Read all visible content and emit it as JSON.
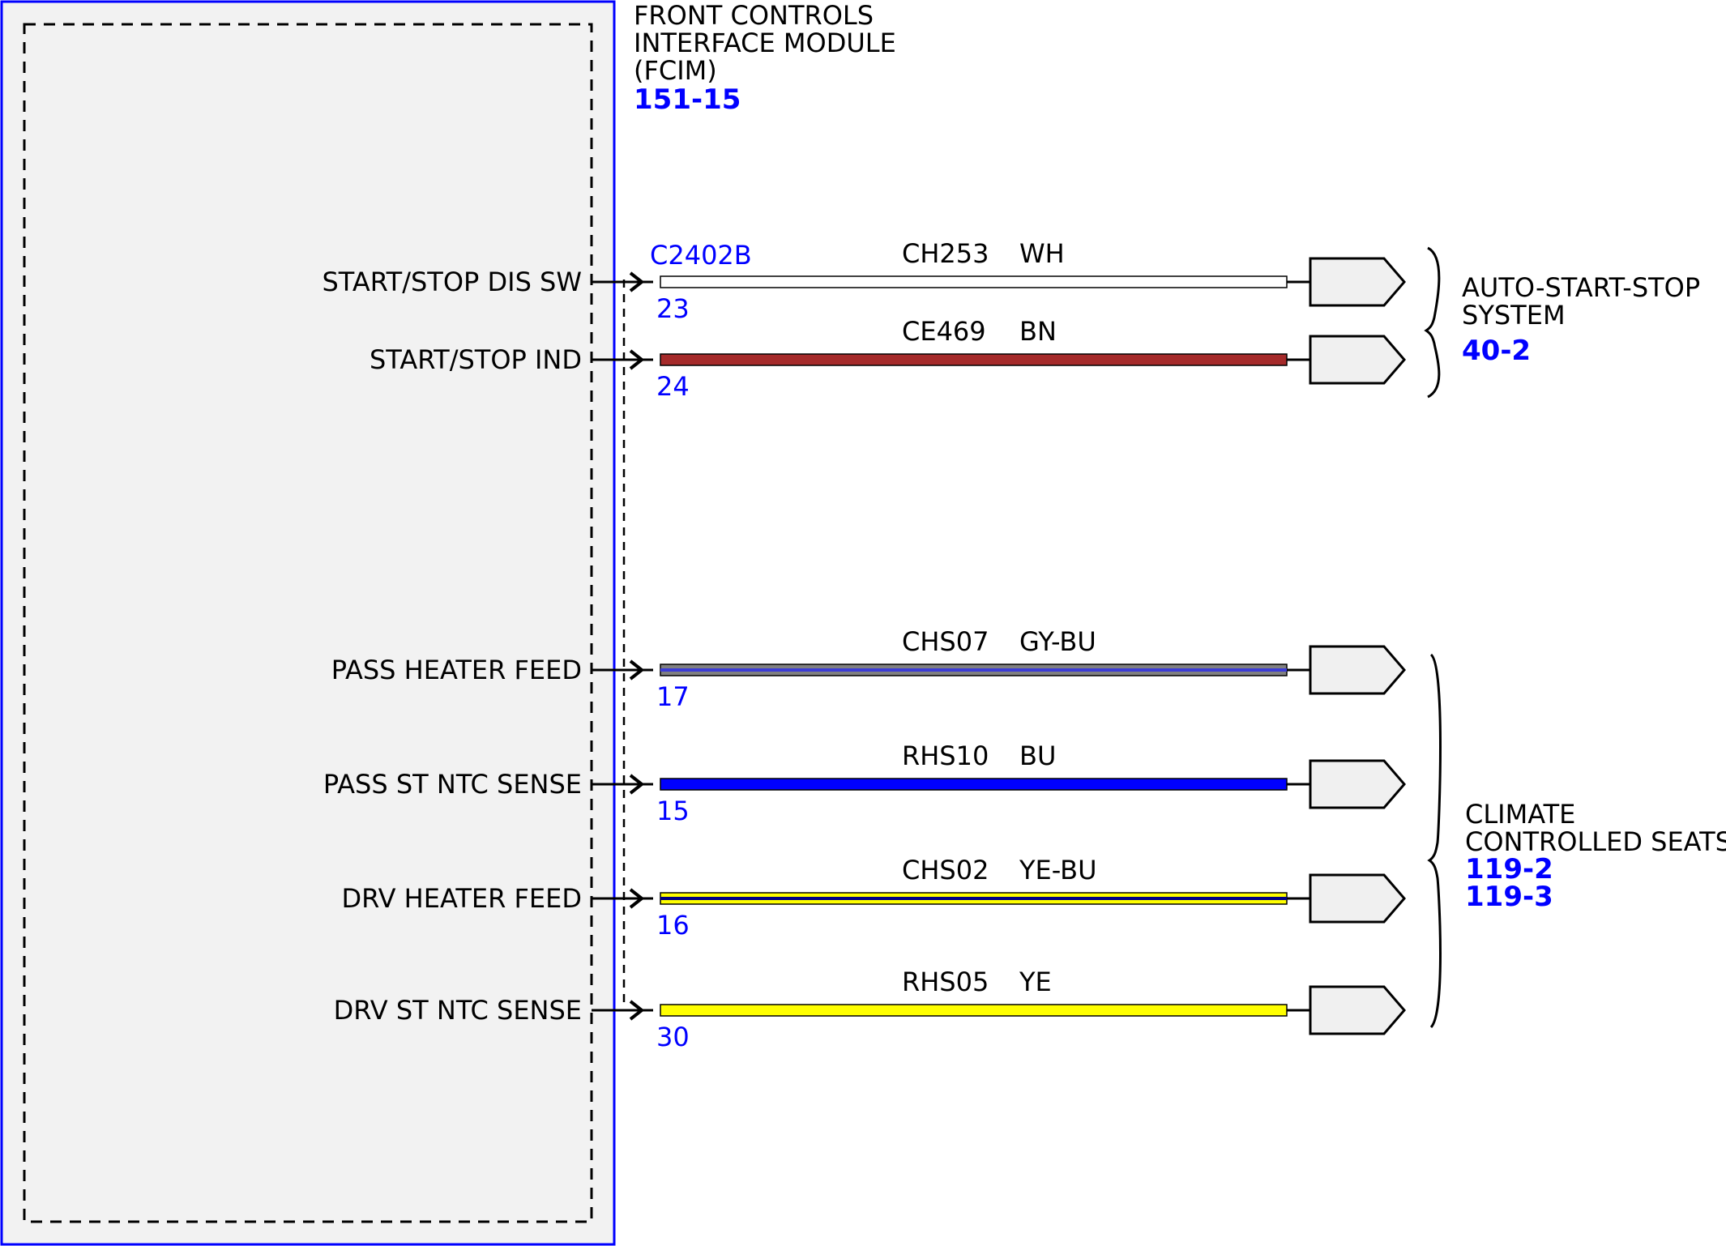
{
  "module": {
    "title_lines": [
      "FRONT CONTROLS",
      "INTERFACE MODULE",
      "(FCIM)"
    ],
    "ref": "151-15",
    "connector": "C2402B"
  },
  "circuits": [
    {
      "signal": "START/STOP DIS SW",
      "pin": "23",
      "circuit": "CH253",
      "color_code": "WH",
      "colors": [
        "#ffffff"
      ]
    },
    {
      "signal": "START/STOP IND",
      "pin": "24",
      "circuit": "CE469",
      "color_code": "BN",
      "colors": [
        "#a52a2a"
      ]
    },
    {
      "signal": "PASS HEATER FEED",
      "pin": "17",
      "circuit": "CHS07",
      "color_code": "GY-BU",
      "colors": [
        "#808080",
        "#3b3bd6"
      ]
    },
    {
      "signal": "PASS ST NTC SENSE",
      "pin": "15",
      "circuit": "RHS10",
      "color_code": "BU",
      "colors": [
        "#0000ff"
      ]
    },
    {
      "signal": "DRV HEATER FEED",
      "pin": "16",
      "circuit": "CHS02",
      "color_code": "YE-BU",
      "colors": [
        "#ffff00",
        "#000080"
      ]
    },
    {
      "signal": "DRV ST NTC SENSE",
      "pin": "30",
      "circuit": "RHS05",
      "color_code": "YE",
      "colors": [
        "#ffff00"
      ]
    }
  ],
  "destinations": [
    {
      "name_lines": [
        "AUTO-START-STOP",
        "SYSTEM"
      ],
      "refs": [
        "40-2"
      ]
    },
    {
      "name_lines": [
        "CLIMATE",
        "CONTROLLED SEATS"
      ],
      "refs": [
        "119-2",
        "119-3"
      ]
    }
  ],
  "colors": {
    "module_border": "#0000ff",
    "module_fill": "#f2f2f2",
    "reference_text": "#0000ff"
  }
}
